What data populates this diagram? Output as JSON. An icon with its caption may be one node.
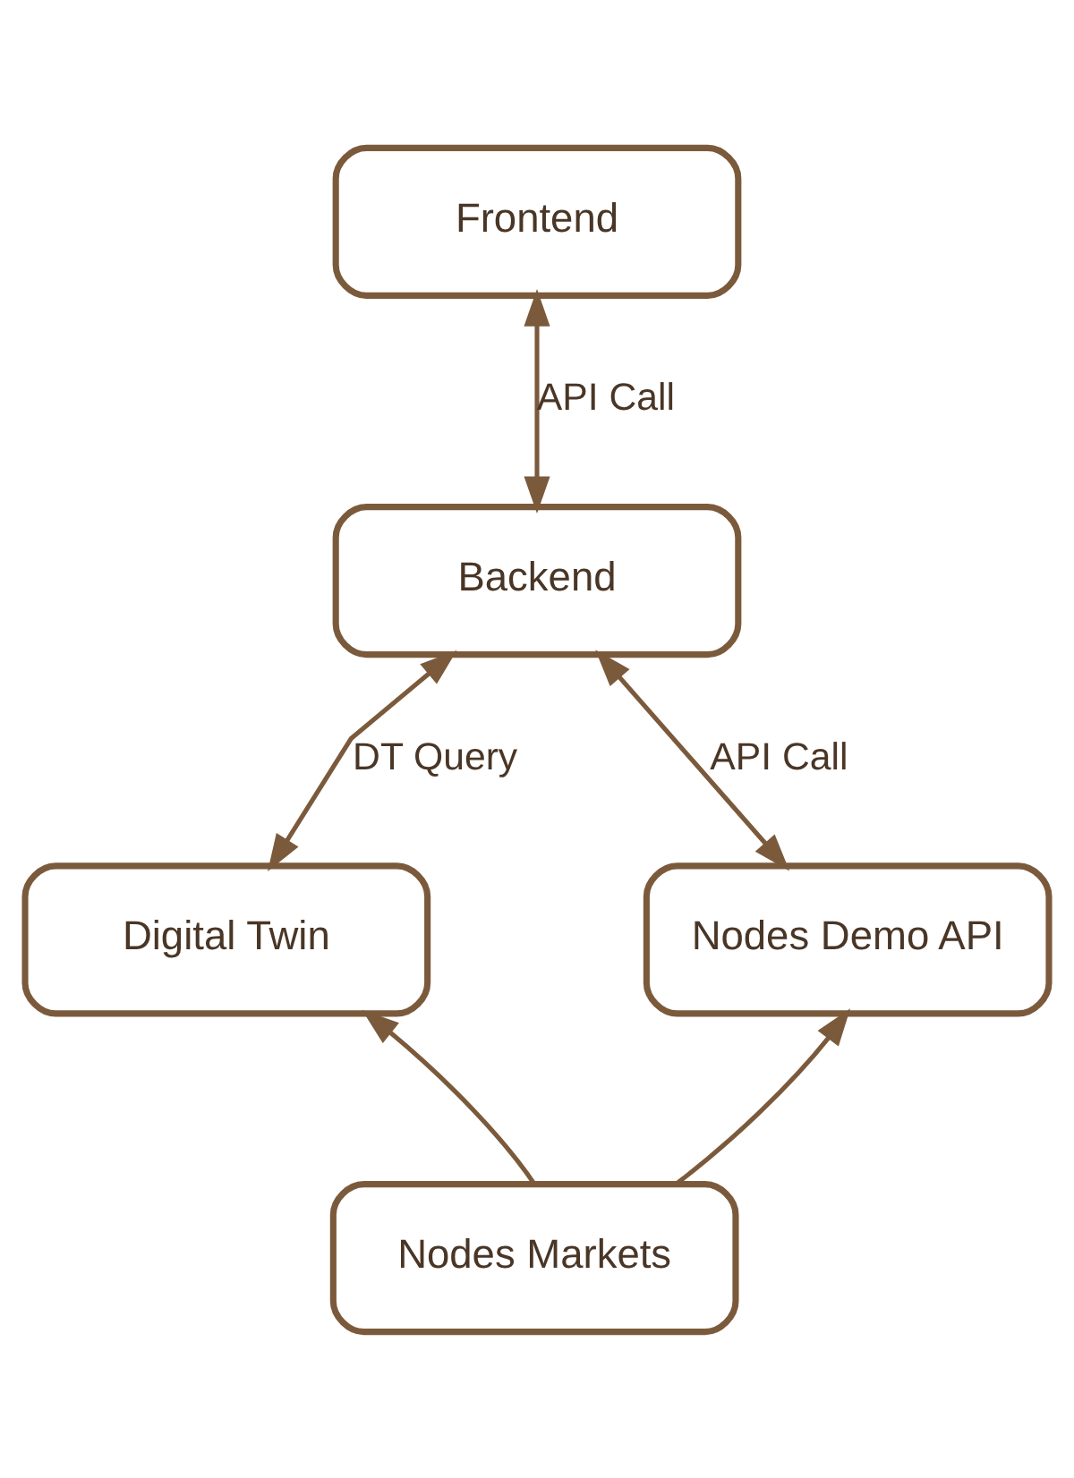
{
  "diagram": {
    "nodes": [
      {
        "text": [
          "Frontend"
        ]
      },
      {
        "text": [
          "Backend"
        ]
      },
      {
        "text": [
          "Digital Twin"
        ]
      },
      {
        "text": [
          "Nodes Demo API"
        ]
      },
      {
        "text": [
          "Nodes Markets"
        ]
      }
    ],
    "edges": [
      {
        "from": 0,
        "to": 1,
        "arrow": "both",
        "label": "API Call"
      },
      {
        "from": 1,
        "to": 2,
        "arrow": "both",
        "label": "DT Query"
      },
      {
        "from": 1,
        "to": 3,
        "arrow": "both",
        "label": "API Call"
      },
      {
        "from": 4,
        "to": 2,
        "arrow": "to"
      },
      {
        "from": 4,
        "to": 3,
        "arrow": "to"
      }
    ]
  }
}
